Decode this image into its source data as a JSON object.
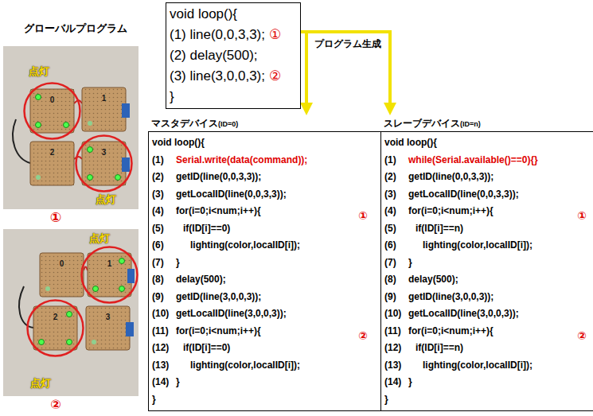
{
  "diagram": {
    "nodes": [
      {
        "text": [
          "void loop(){",
          "(1) line(0,0,3,3);",
          "①",
          "(2) delay(500);",
          "(3) line(3,0,0,3);",
          "②",
          "}"
        ]
      },
      {
        "text": [
          "マスタデバイス",
          "(ID=0)",
          "void loop(){",
          "(1)",
          "Serial.write(data(command));",
          "(2)",
          "getID(line(0,0,3,3));",
          "(3)",
          "getLocalID(line(0,0,3,3));",
          "(4)",
          "for(i=0;i<num;i++){",
          "(5)",
          "if(ID[i]==0)",
          "(6)",
          "lighting(color,localID[i]);",
          "(7)",
          "}",
          "(8)",
          "delay(500);",
          "(9)",
          "getID(line(3,0,0,3));",
          "(10)",
          "getLocalID(line(3,0,0,3));",
          "(11)",
          "for(i=0;i<num;i++){",
          "(12)",
          "if(ID[i]==0)",
          "(13)",
          "lighting(color,localID[i]);",
          "(14)",
          "}",
          "}"
        ]
      },
      {
        "text": [
          "スレーブデバイス",
          "(ID=n)",
          "void loop(){",
          "(1)",
          "while(Serial.available()==0){}",
          "(2)",
          "getID(line(0,0,3,3));",
          "(3)",
          "getLocalID(line(0,0,3,3));",
          "(4)",
          "for(i=0;i<num;i++){",
          "(5)",
          "if(ID[i]==n)",
          "(6)",
          "lighting(color,localID[i]);",
          "(7)",
          "}",
          "(8)",
          "delay(500);",
          "(9)",
          "getID(line(3,0,0,3));",
          "(10)",
          "getLocalID(line(3,0,0,3));",
          "(11)",
          "for(i=0;i<num;i++){",
          "(12)",
          "if(ID[i]==n)",
          "(13)",
          "lighting(color,localID[i]);",
          "(14)",
          "}",
          "}"
        ]
      }
    ],
    "edges": [
      {
        "from": 0,
        "to": 1,
        "arrow": "to"
      },
      {
        "from": 0,
        "to": 2,
        "label": "プログラム生成",
        "arrow": "to"
      }
    ],
    "labels": [
      "グローバルプログラム",
      "0",
      "1",
      "2",
      "3",
      "点灯",
      "点灯",
      "①",
      "0",
      "1",
      "2",
      "3",
      "点灯",
      "点灯",
      "②",
      "①",
      "②",
      "①",
      "②"
    ]
  }
}
